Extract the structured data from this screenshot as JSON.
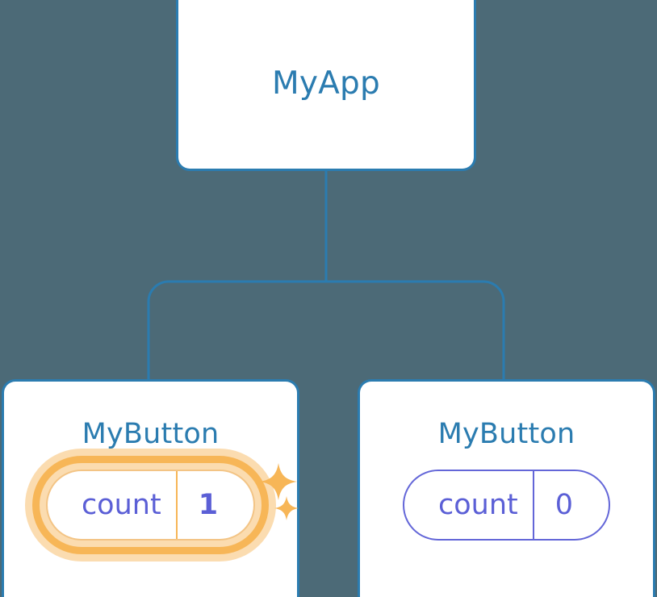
{
  "diagram": {
    "type": "component-tree",
    "background_color": "#4c6a77",
    "node_border_color": "#2b7cb0",
    "node_title_color": "#2b7cb0",
    "connector_color": "#2b7cb0",
    "state_color": "#5b5fd6",
    "highlight_color": "#f7b657",
    "highlight_glow_color": "#fbdcb0"
  },
  "root": {
    "title": "MyApp"
  },
  "children": [
    {
      "title": "MyButton",
      "state": {
        "key": "count",
        "value": "1"
      },
      "highlighted": true,
      "sparkles": [
        "sparkle-large-icon",
        "sparkle-small-icon"
      ]
    },
    {
      "title": "MyButton",
      "state": {
        "key": "count",
        "value": "0"
      },
      "highlighted": false,
      "sparkles": []
    }
  ]
}
